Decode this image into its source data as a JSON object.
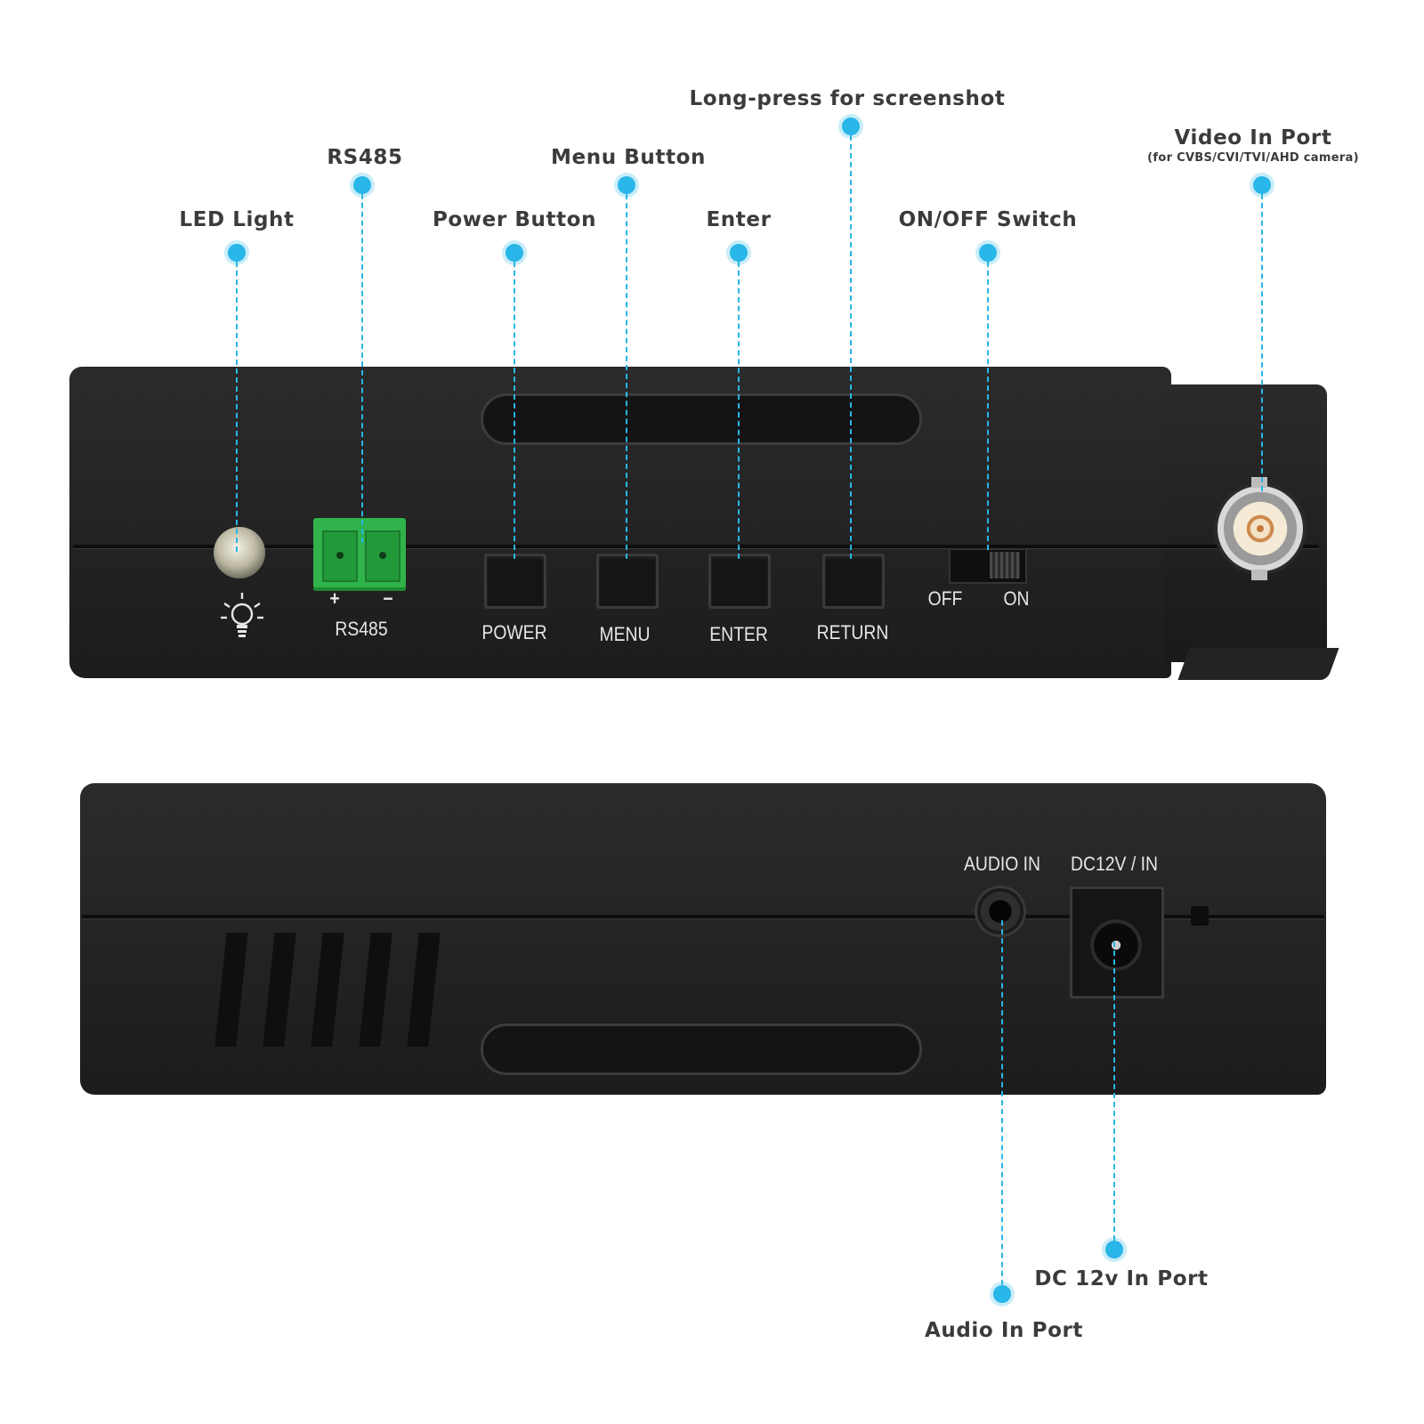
{
  "callouts": {
    "led": "LED Light",
    "rs485": "RS485",
    "power": "Power Button",
    "menu": "Menu Button",
    "enter": "Enter",
    "return": "Long-press for screenshot",
    "switch": "ON/OFF Switch",
    "video": "Video In Port",
    "video_note": "(for CVBS/CVI/TVI/AHD camera)",
    "audio": "Audio In Port",
    "dc": "DC 12v In Port"
  },
  "silk": {
    "rs485": "RS485",
    "plus": "+",
    "minus": "−",
    "power": "POWER",
    "menu": "MENU",
    "enter": "ENTER",
    "return": "RETURN",
    "off": "OFF",
    "on": "ON",
    "audio_in": "AUDIO IN",
    "dc_in": "DC12V / IN"
  },
  "colors": {
    "accent": "#29b6e8",
    "terminal": "#2fb34a",
    "body": "#1f1f1f"
  },
  "icons": {
    "led": "light-bulb-icon"
  }
}
